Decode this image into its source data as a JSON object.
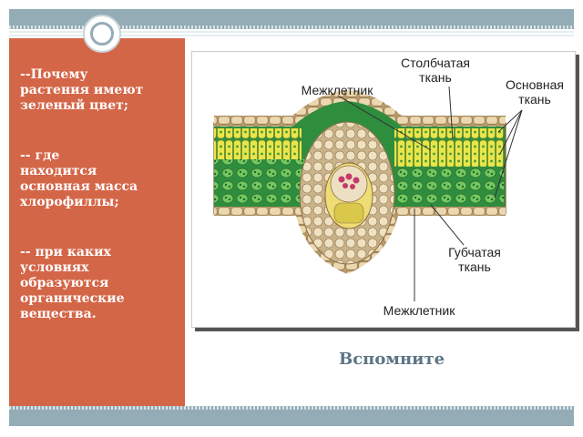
{
  "left_panel": {
    "questions": [
      "--Почему\nрастения имеют\nзеленый цвет;",
      "-- где\nнаходится\nосновная масса\nхлорофиллы;",
      "-- при каких\nусловиях\nобразуются\nорганические\nвещества."
    ]
  },
  "figure": {
    "labels": {
      "palisade": "Столбчатая\nткань",
      "intercellular_top": "Межклетник",
      "ground": "Основная\nткань",
      "spongy": "Губчатая\nткань",
      "intercellular_bottom": "Межклетник"
    }
  },
  "caption": "Вспомните",
  "colors": {
    "accent_panel": "#d46648",
    "band": "#93acb5",
    "caption_text": "#5c7586",
    "palisade_cells": "#e8e64a",
    "spongy_cells": "#5fbf5a",
    "epidermis": "#e9d2a6"
  }
}
